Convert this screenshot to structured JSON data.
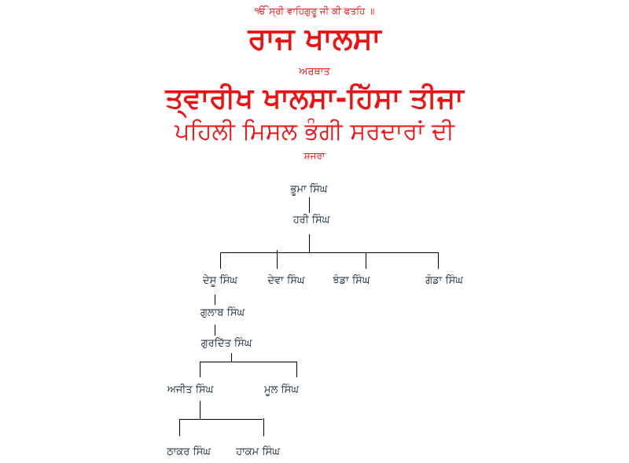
{
  "header": {
    "invocation": "ੴ ਸ੍ਰੀ ਵਾਹਿਗੁਰੂ ਜੀ ਕੀ ਫਤਹਿ ॥",
    "title": "ਰਾਜ ਖਾਲਸਾ",
    "arthat": "ਅਰਥਾਤ",
    "subtitle": "ਤ੍ਵਾਰੀਖ ਖਾਲਸਾ-ਹਿੱਸਾ ਤੀਜਾ",
    "section": "ਪਹਿਲੀ ਮਿਸਲ ਭੰਗੀ ਸਰਦਾਰਾਂ ਦੀ",
    "shajra": "ਸ਼ਜਰਾ"
  },
  "colors": {
    "heading": "#ee1111",
    "tree_text": "#1a2a3a",
    "lines": "#000000"
  },
  "tree": {
    "root": "ਭੂਮਾ ਸਿੰਘ",
    "gen1": "ਹਰੀ ਸਿੰਘ",
    "gen2": [
      "ਦੇਸੂ ਸਿੰਘ",
      "ਦੇਵਾ ਸਿੰਘ",
      "ਝੰਡਾ ਸਿੰਘ",
      "ਗੰਡਾ ਸਿੰਘ"
    ],
    "gen3": "ਗੁਲਾਬ ਸਿੰਘ",
    "gen4": "ਗੁਰਦਿੱਤ ਸਿੰਘ",
    "gen5": [
      "ਅਜੀਤ ਸਿੰਘ",
      "ਮੂਲ ਸਿੰਘ"
    ],
    "gen6": [
      "ਠਾਕਰ ਸਿੰਘ",
      "ਹਾਕਮ ਸਿੰਘ"
    ]
  }
}
